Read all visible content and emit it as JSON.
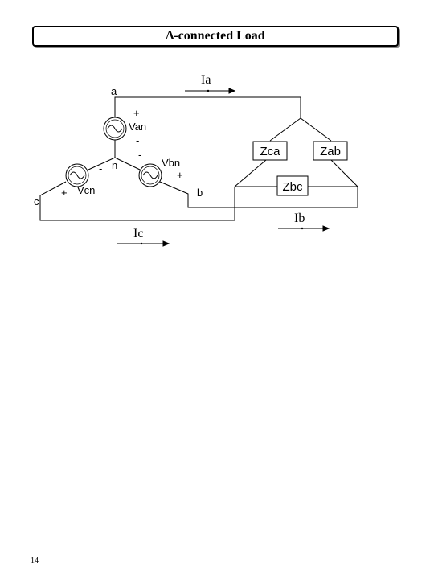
{
  "title": "Δ-connected Load",
  "page_number": "14",
  "diagram": {
    "nodes": {
      "a": "a",
      "b": "b",
      "c": "c",
      "n": "n"
    },
    "sources": {
      "van": {
        "label": "Van",
        "plus": "+",
        "minus": "-"
      },
      "vbn": {
        "label": "Vbn",
        "plus": "+",
        "minus": "-"
      },
      "vcn": {
        "label": "Vcn",
        "plus": "+",
        "minus": "-"
      }
    },
    "impedances": {
      "zab": "Zab",
      "zbc": "Zbc",
      "zca": "Zca"
    },
    "currents": {
      "ia": "Ia",
      "ib": "Ib",
      "ic": "Ic"
    }
  }
}
